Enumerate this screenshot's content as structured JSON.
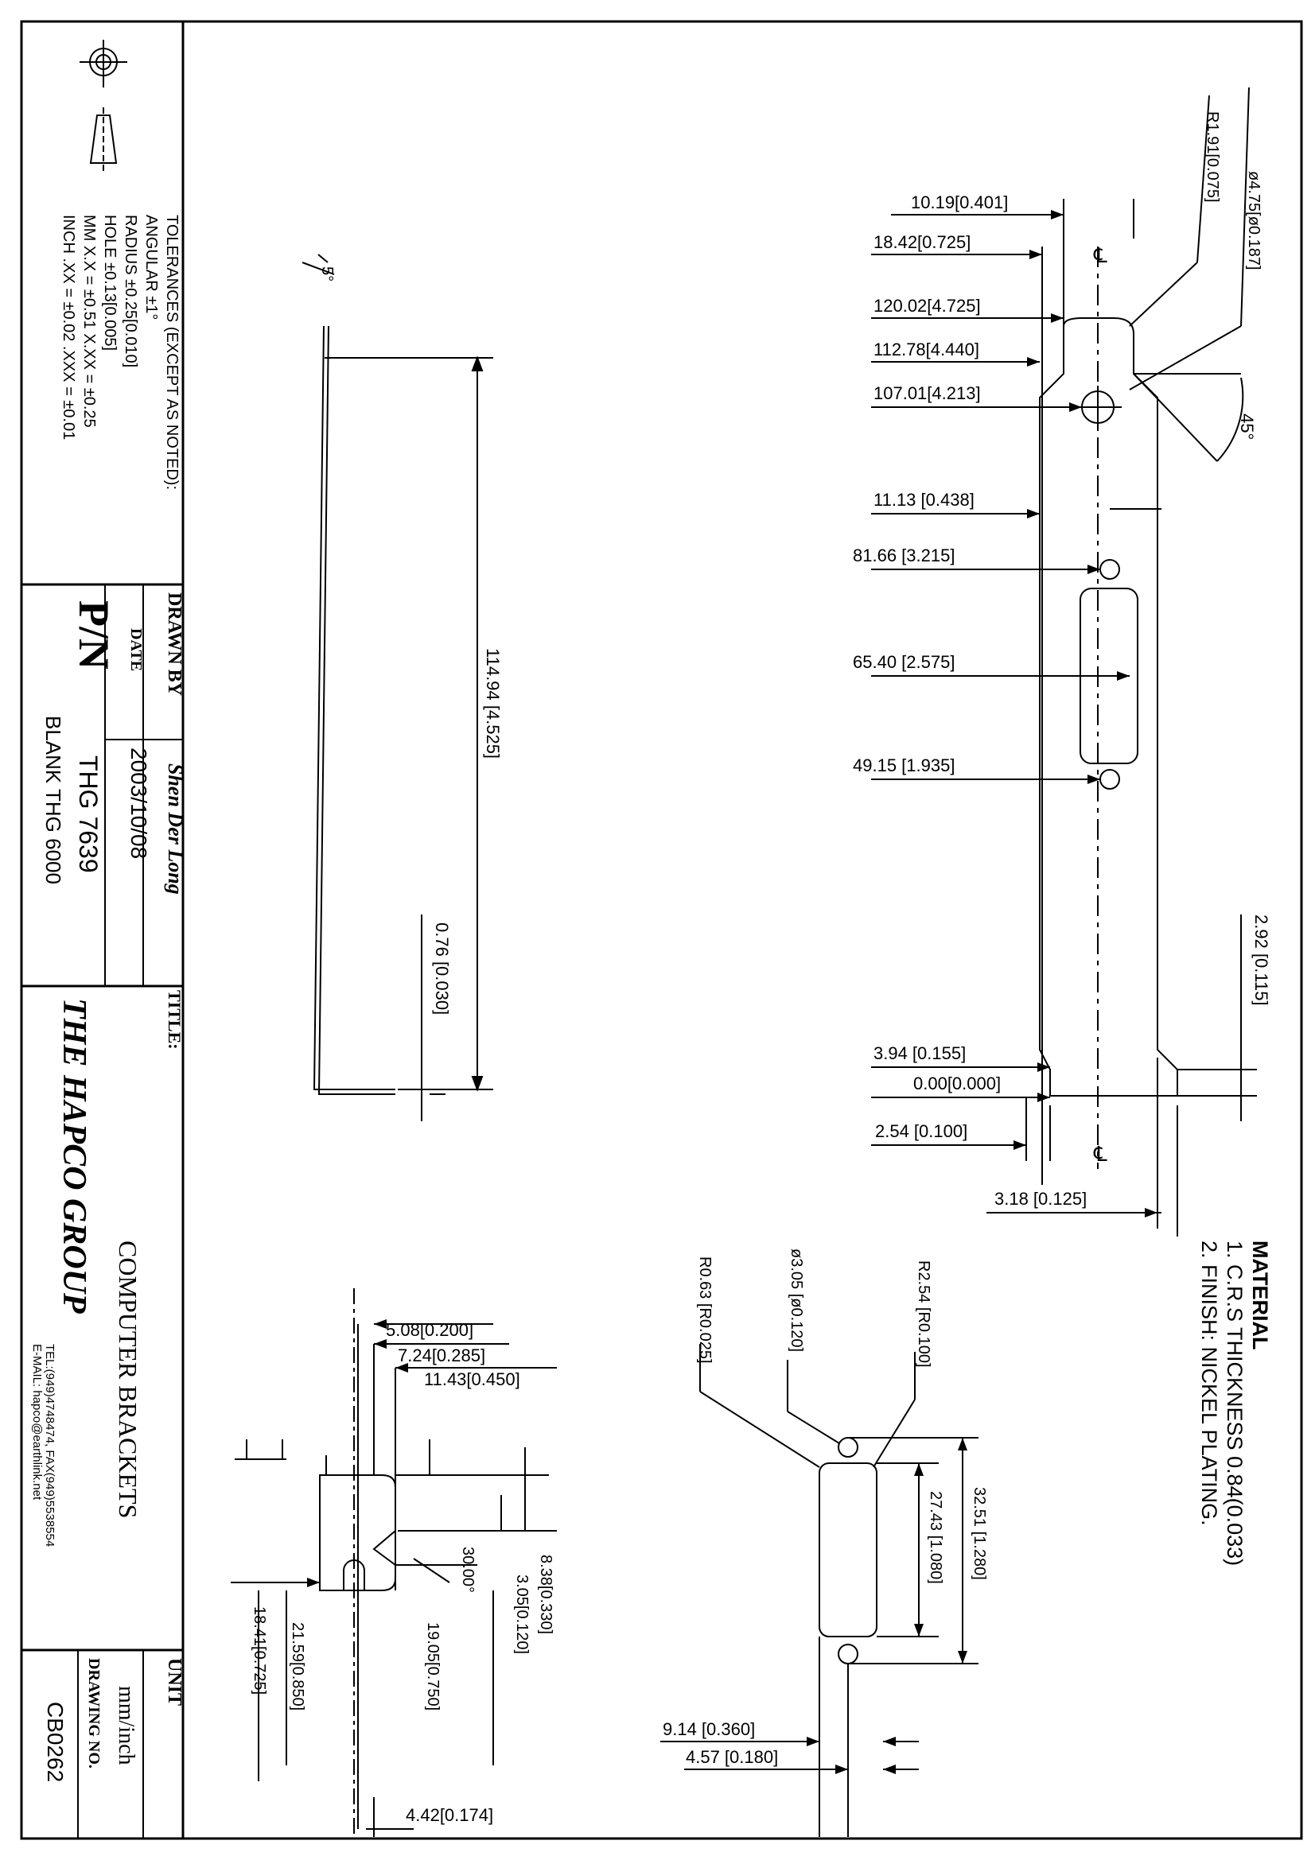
{
  "title_block": {
    "tolerances": {
      "heading": "TOLERANCES (EXCEPT AS NOTED):",
      "lines": [
        "ANGULAR ±1°",
        "RADIUS ±0.25[0.010]",
        "HOLE ±0.13[0.005]",
        "MM X.X = ±0.51 X.XX = ±0.25",
        "INCH .XX = ±0.02 .XXX = ±0.01"
      ]
    },
    "drawn_by_label": "DRAWN BY",
    "drawn_by_value": "Shen Der Long",
    "date_label": "DATE",
    "date_value": "2003/10/08",
    "pn_label": "P/N",
    "pn_value": "THG 7639",
    "blank_value": "BLANK THG 6000",
    "title_label": "TITLE:",
    "title_value": "COMPUTER BRACKETS",
    "company": "THE HAPCO GROUP",
    "contact": "TEL:(949)4748474, FAX(949)5538554",
    "email": "E-MAIL: hapco@earthlink.net",
    "unit_label": "UNIT",
    "unit_value": "mm/inch",
    "drawing_no_label": "DRAWING NO.",
    "drawing_no_value": "CB0262"
  },
  "notes": {
    "heading": "MATERIAL",
    "items": [
      "1. C.R.S THICKNESS 0.84(0.033)",
      "2. FINISH: NICKEL PLATING."
    ]
  },
  "side_view": {
    "angle": "5°",
    "length": "114.94 [4.525]",
    "thickness": "0.76 [0.030]"
  },
  "top_view": {
    "dims": [
      "10.19[0.401]",
      "18.42[0.725]",
      "120.02[4.725]",
      "112.78[4.440]",
      "107.01[4.213]",
      "11.13 [0.438]",
      "81.66 [3.215]",
      "65.40 [2.575]",
      "49.15 [1.935]",
      "3.94 [0.155]",
      "0.00[0.000]",
      "2.54 [0.100]",
      "3.18 [0.125]"
    ],
    "r_label": "R1.91[0.075]",
    "dia_label": "ø4.75[ø0.187]",
    "angle": "45°",
    "right_dim": "2.92 [0.115]"
  },
  "detail_view": {
    "top_dims": [
      "5.08[0.200]",
      "7.24[0.285]",
      "11.43[0.450]"
    ],
    "side_dims": [
      "8.38[0.330]",
      "3.05[0.120]",
      "30.00°"
    ],
    "bottom_dims": [
      "18.41[0.725]",
      "21.59[0.850]",
      "19.05[0.750]",
      "4.42[0.174]"
    ]
  },
  "slot_view": {
    "labels": [
      "R0.63 [R0.025]",
      "ø3.05 [ø0.120]",
      "R2.54 [R0.100]"
    ],
    "right_dims": [
      "27.43 [1.080]",
      "32.51 [1.280]"
    ],
    "bottom_dims": [
      "9.14 [0.360]",
      "4.57 [0.180]"
    ]
  }
}
